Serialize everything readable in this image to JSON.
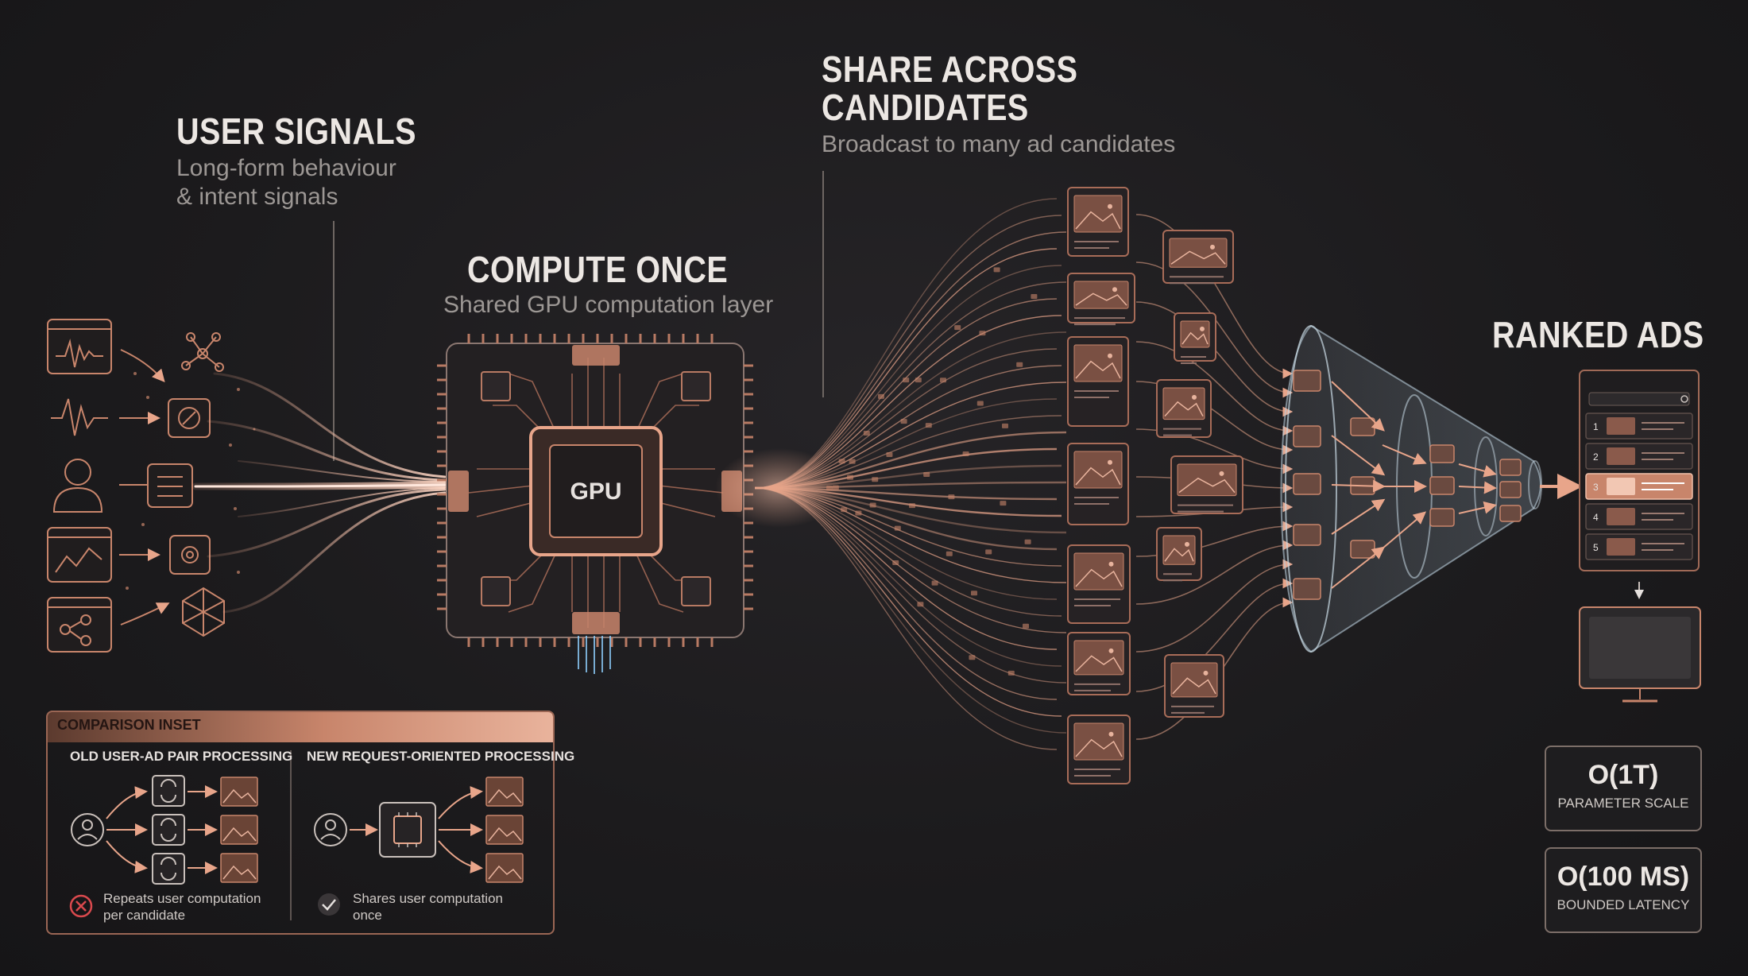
{
  "sections": {
    "user_signals": {
      "title": "USER SIGNALS",
      "subtitle_line1": "Long-form behaviour",
      "subtitle_line2": "& intent signals"
    },
    "compute_once": {
      "title": "COMPUTE ONCE",
      "subtitle": "Shared GPU computation layer",
      "chip_label": "GPU"
    },
    "share": {
      "title_line1": "SHARE ACROSS",
      "title_line2": "CANDIDATES",
      "subtitle": "Broadcast to many ad candidates"
    },
    "ranked": {
      "title": "RANKED ADS",
      "ranks": [
        "1",
        "2",
        "3",
        "4",
        "5"
      ]
    }
  },
  "inset": {
    "title": "COMPARISON INSET",
    "old": {
      "title": "OLD USER-AD PAIR PROCESSING",
      "note": "Repeats user computation per candidate"
    },
    "new": {
      "title": "NEW REQUEST-ORIENTED PROCESSING",
      "note": "Shares user computation once"
    }
  },
  "stats": [
    {
      "value": "O(1T)",
      "label": "PARAMETER SCALE"
    },
    {
      "value": "O(100 MS)",
      "label": "BOUNDED LATENCY"
    }
  ],
  "icons": {
    "signals": [
      "waveform-panel-icon",
      "wave-pulse-icon",
      "user-icon",
      "chart-panel-icon",
      "flow-panel-icon"
    ],
    "nodes": [
      "network-icon",
      "compass-icon",
      "list-icon",
      "gear-icon",
      "mesh-icon"
    ]
  },
  "colors": {
    "accent": "#e8a58a",
    "accent_dark": "#b46e56",
    "glow_blue": "#8fd0ff",
    "bad": "#d9494d",
    "good": "#e6e1de"
  }
}
